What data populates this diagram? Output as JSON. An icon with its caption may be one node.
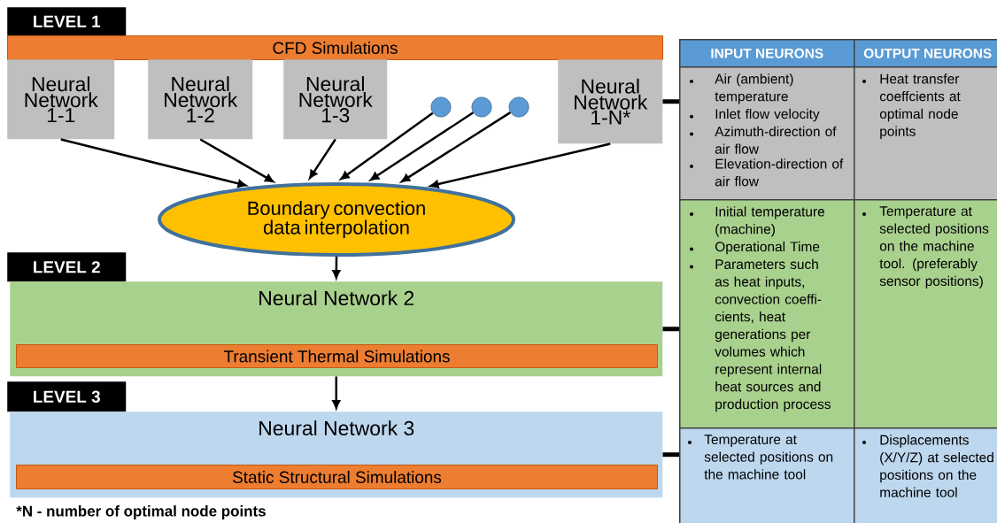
{
  "diagram": {
    "nodes": [
      {
        "text": [
          "LEVEL 1"
        ]
      },
      {
        "text": [
          "CFD Simulations"
        ]
      },
      {
        "text": [
          "Neural Network 1-1"
        ]
      },
      {
        "text": [
          "Neural Network 1-2"
        ]
      },
      {
        "text": [
          "Neural Network 1-3"
        ]
      },
      {
        "text": [],
        "shape": "circle"
      },
      {
        "text": [],
        "shape": "circle"
      },
      {
        "text": [],
        "shape": "circle"
      },
      {
        "text": [
          "Neural Network 1-N*"
        ]
      },
      {
        "text": [
          "Boundary convection data interpolation"
        ]
      },
      {
        "text": [
          "LEVEL 2"
        ]
      },
      {
        "text": [
          "Neural Network 2"
        ]
      },
      {
        "text": [
          "Transient Thermal Simulations"
        ],
        "in": 11
      },
      {
        "text": [
          "LEVEL 3"
        ]
      },
      {
        "text": [
          "Neural Network 3"
        ]
      },
      {
        "text": [
          "Static Structural Simulations"
        ],
        "in": 14
      },
      {
        "text": [
          "INPUT NEURONS"
        ]
      },
      {
        "text": [
          "OUTPUT NEURONS"
        ]
      },
      {
        "text": [
          "Air (ambient) temperature",
          "Inlet flow velocity",
          "Azimuth-direction of air flow",
          "Elevation-direction of air flow"
        ]
      },
      {
        "text": [
          "Heat transfer coeffcients at optimal node points"
        ]
      },
      {
        "text": [
          "Initial temperature (machine)",
          "Operational Time",
          "Parameters such as heat inputs, convection coeffi-cients, heat generations per volumes which represent internal heat sources and production process"
        ]
      },
      {
        "text": [
          "Temperature at selected positions on the machine tool. (preferably sensor positions)"
        ]
      },
      {
        "text": [
          "Temperature at selected positions on the machine tool"
        ]
      },
      {
        "text": [
          "Displacements (X/Y/Z) at selected positions on the machine tool"
        ]
      }
    ],
    "edges": [
      {
        "from": 2,
        "to": 9,
        "arrow": "to"
      },
      {
        "from": 3,
        "to": 9,
        "arrow": "to"
      },
      {
        "from": 4,
        "to": 9,
        "arrow": "to"
      },
      {
        "from": 5,
        "to": 9,
        "arrow": "to"
      },
      {
        "from": 6,
        "to": 9,
        "arrow": "to"
      },
      {
        "from": 7,
        "to": 9,
        "arrow": "to"
      },
      {
        "from": 8,
        "to": 9,
        "arrow": "to"
      },
      {
        "from": 9,
        "to": 11,
        "arrow": "to"
      },
      {
        "from": 11,
        "to": 14,
        "arrow": "to"
      },
      {
        "from": 8,
        "to": 18,
        "arrow": "none",
        "style": "thick"
      },
      {
        "from": 11,
        "to": 20,
        "arrow": "none",
        "style": "thick"
      },
      {
        "from": 14,
        "to": 22,
        "arrow": "none",
        "style": "thick"
      }
    ],
    "labels": [
      "*N - number of optimal node points"
    ]
  }
}
